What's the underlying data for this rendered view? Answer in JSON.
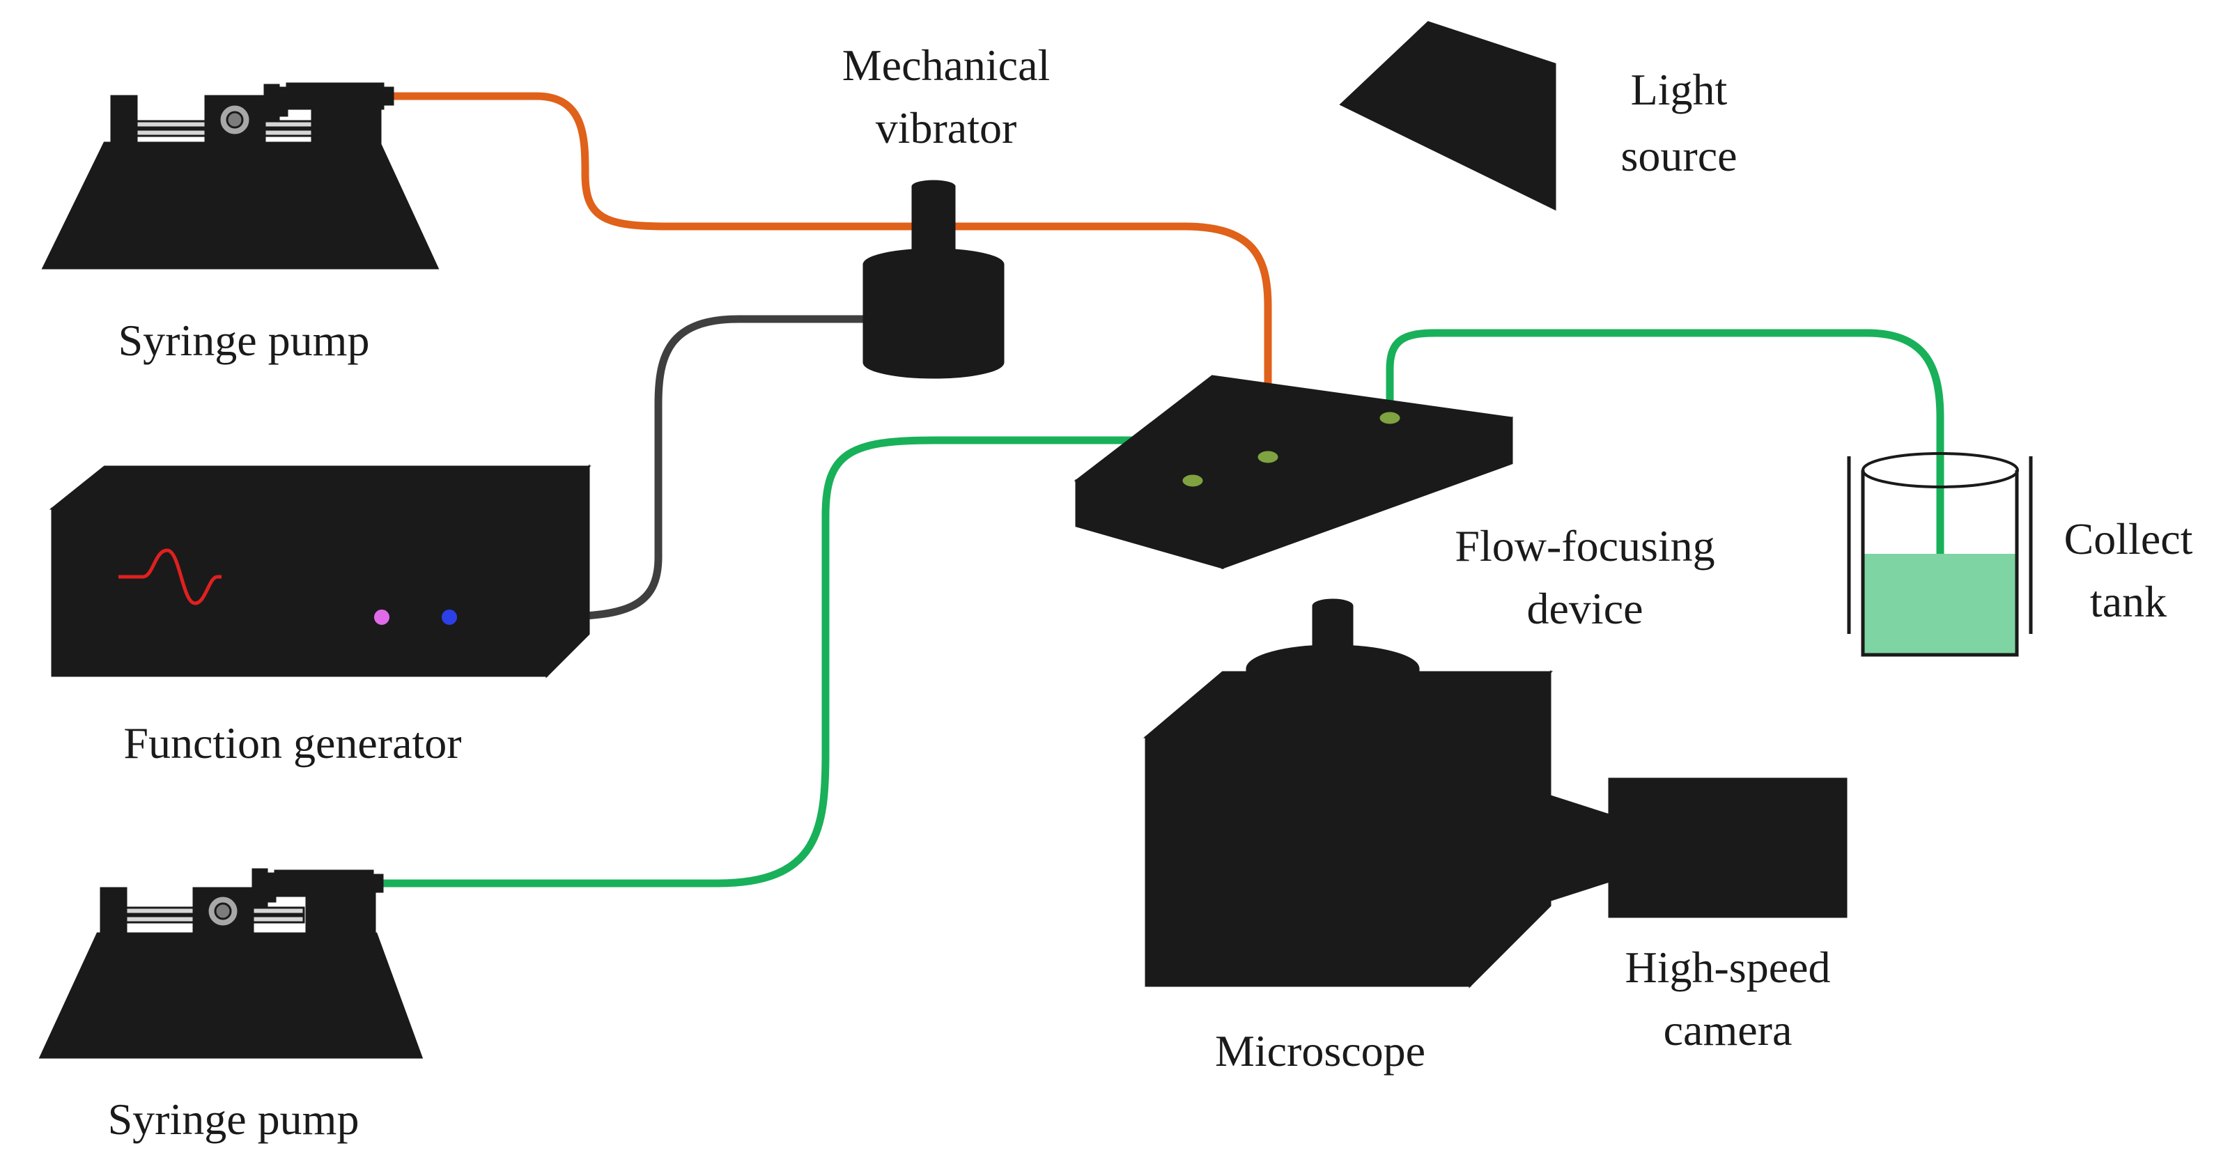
{
  "labels": {
    "syringe_pump_top": "Syringe pump",
    "mechanical_vibrator_1": "Mechanical",
    "mechanical_vibrator_2": "vibrator",
    "light_source_1": "Light",
    "light_source_2": "source",
    "function_generator": "Function generator",
    "flow_focusing_1": "Flow-focusing",
    "flow_focusing_2": "device",
    "collect_tank_1": "Collect",
    "collect_tank_2": "tank",
    "microscope": "Microscope",
    "high_speed_camera_1": "High-speed",
    "high_speed_camera_2": "camera",
    "syringe_pump_bottom": "Syringe pump"
  },
  "colors": {
    "orange_pump": "#E55A00",
    "orange_tube": "#E0611A",
    "green_pump": "#0CA94A",
    "green_tube": "#19B05A",
    "vibrator": "#FBBC96",
    "light_source": "#FFC000",
    "device_top": "#B29CC7",
    "device_side": "#9A84B2",
    "tank_liquid": "#7ED4A2",
    "gray_light": "#D6D6D6",
    "gray_mid": "#A8A8A8",
    "gray_dark": "#7C7C7C",
    "cable": "#3F3F3F",
    "outline": "#1a1a1a"
  }
}
